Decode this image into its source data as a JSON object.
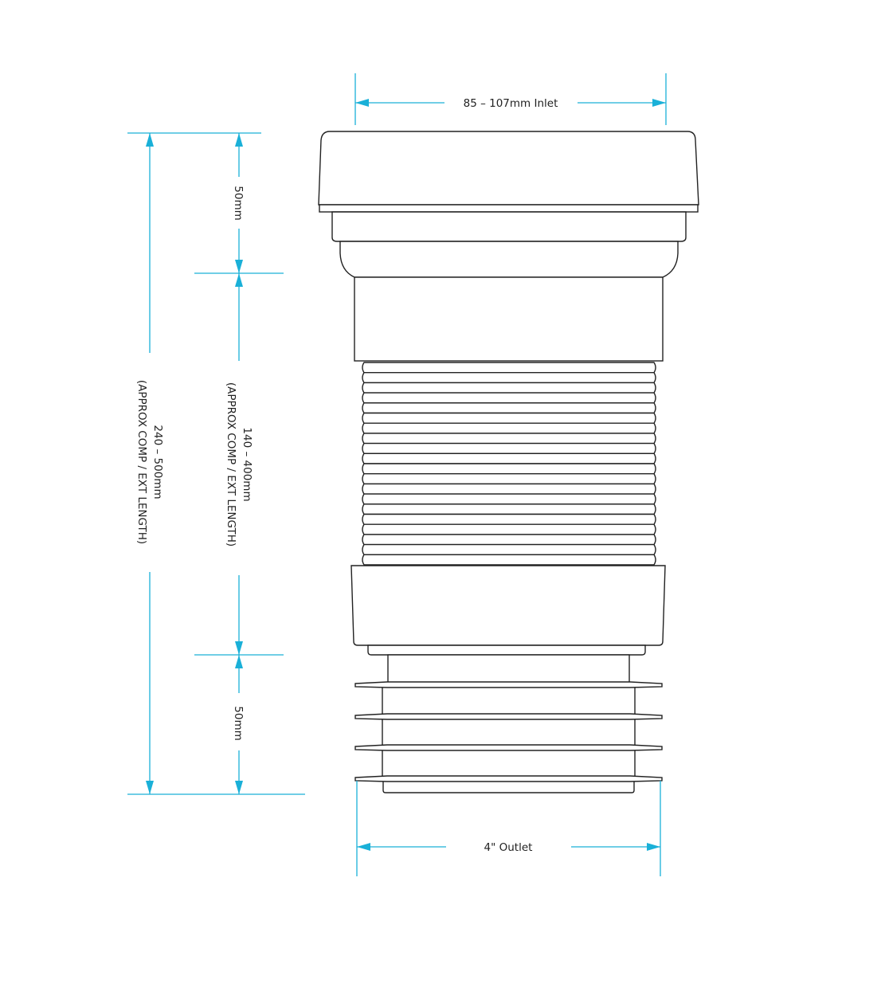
{
  "labels": {
    "inlet": "85 – 107mm Inlet",
    "outlet": "4\" Outlet",
    "top_socket": "50mm",
    "bottom_socket": "50mm",
    "middle_length": "140 – 400mm",
    "middle_note": "(APPROX COMP / EXT LENGTH)",
    "overall_length": "240 – 500mm",
    "overall_note": "(APPROX COMP / EXT LENGTH)"
  },
  "colors": {
    "dimension": "#1ab0d8",
    "outline": "#222222"
  },
  "corrugation_ribs": 20,
  "outlet_fins": 4
}
